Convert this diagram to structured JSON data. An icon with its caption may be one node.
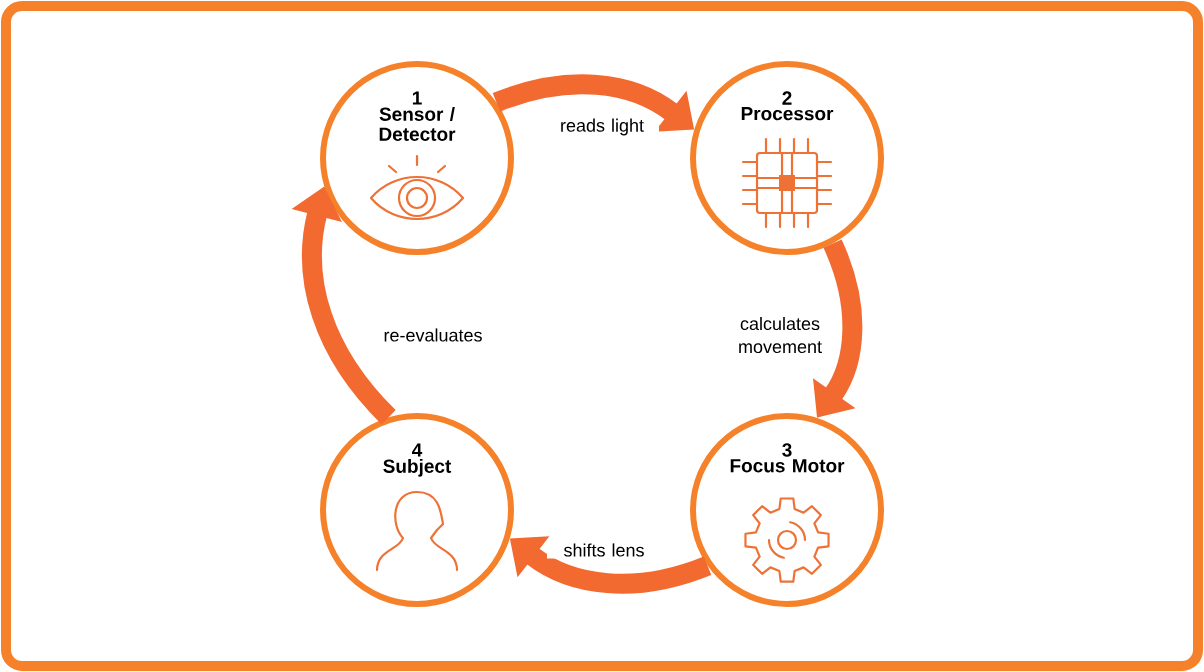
{
  "diagram": {
    "nodes": [
      {
        "text": [
          "1",
          "Sensor / Detector"
        ]
      },
      {
        "text": [
          "2",
          "Processor"
        ]
      },
      {
        "text": [
          "3",
          "Focus Motor"
        ]
      },
      {
        "text": [
          "4",
          "Subject"
        ]
      }
    ],
    "edges": [
      {
        "from": 0,
        "to": 1,
        "arrow": "to",
        "label": "reads light"
      },
      {
        "from": 1,
        "to": 2,
        "arrow": "to",
        "label": "calculates movement"
      },
      {
        "from": 2,
        "to": 3,
        "arrow": "to",
        "label": "shifts lens"
      },
      {
        "from": 3,
        "to": 0,
        "arrow": "to",
        "label": "re-evaluates"
      }
    ]
  }
}
